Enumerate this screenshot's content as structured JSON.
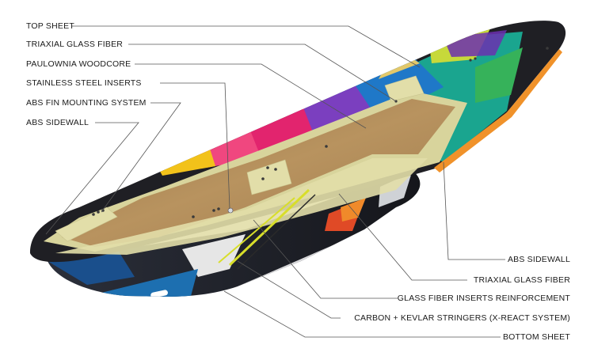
{
  "diagram": {
    "labels_left": [
      {
        "id": "top-sheet",
        "text": "TOP SHEET"
      },
      {
        "id": "triaxial-glass-fiber-top",
        "text": "TRIAXIAL GLASS FIBER"
      },
      {
        "id": "paulownia-woodcore",
        "text": "PAULOWNIA WOODCORE"
      },
      {
        "id": "stainless-steel-inserts",
        "text": "STAINLESS STEEL INSERTS"
      },
      {
        "id": "abs-fin-mounting-system",
        "text": "ABS FIN MOUNTING SYSTEM"
      },
      {
        "id": "abs-sidewall-left",
        "text": "ABS SIDEWALL"
      }
    ],
    "labels_right": [
      {
        "id": "abs-sidewall-right",
        "text": "ABS SIDEWALL"
      },
      {
        "id": "triaxial-glass-fiber-bottom",
        "text": "TRIAXIAL GLASS FIBER"
      },
      {
        "id": "glass-fiber-inserts-reinforcement",
        "text": "GLASS FIBER INSERTS REINFORCEMENT"
      },
      {
        "id": "carbon-kevlar-stringers",
        "text": "CARBON + KEVLAR STRINGERS (X-REACT SYSTEM)"
      },
      {
        "id": "bottom-sheet",
        "text": "BOTTOM SHEET"
      }
    ],
    "colors": {
      "leader_line": "#555555",
      "label_text": "#1a1a1a",
      "wood": "#b08a5e",
      "glass_layer": "#d8d49c",
      "sidewall": "#f0922a",
      "bottom_base": "#1c1c20",
      "stringer": "#d8de2a"
    }
  }
}
